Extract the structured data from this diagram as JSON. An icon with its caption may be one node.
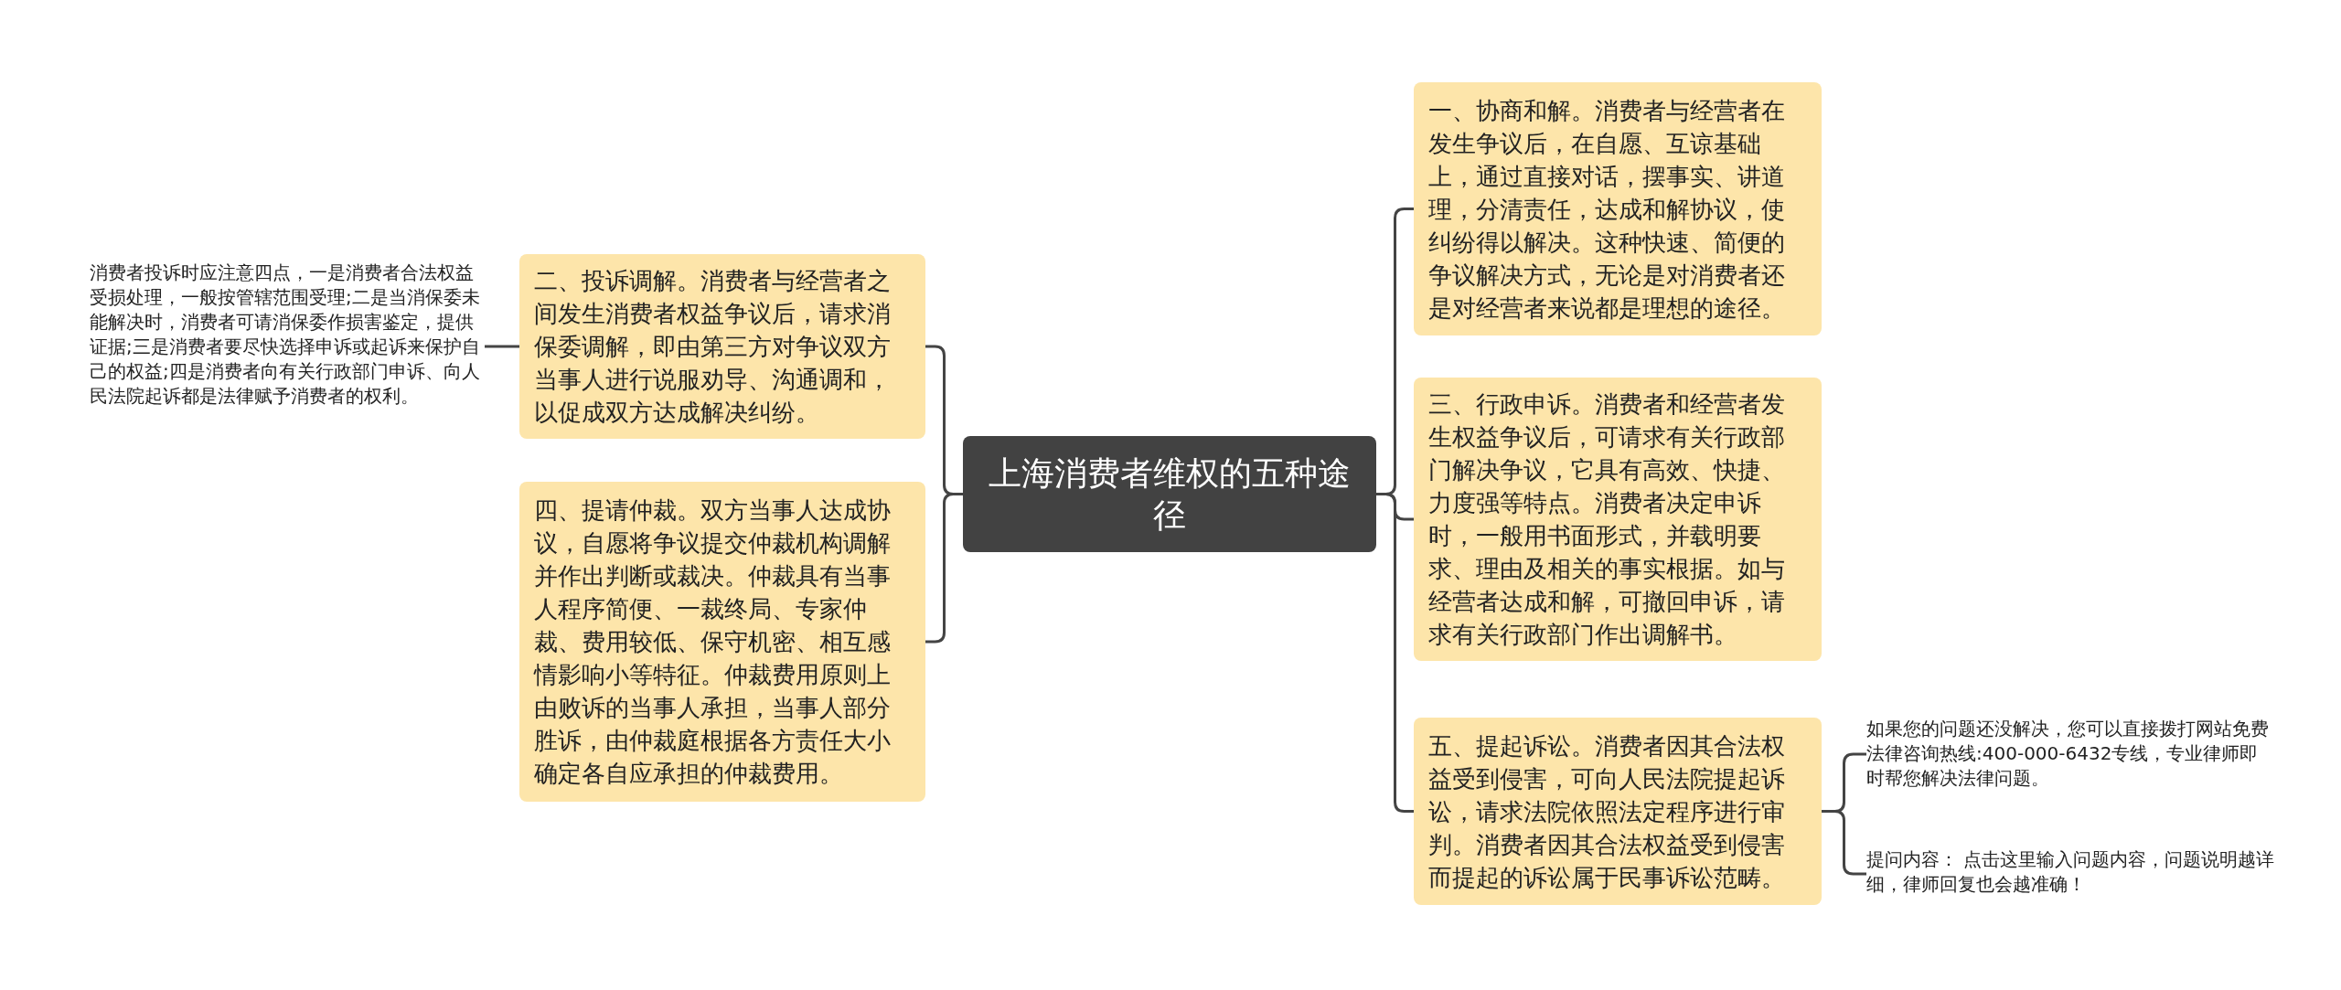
{
  "diagram": {
    "nodes": [
      {
        "text": [
          "上海消费者维权的五种途径"
        ]
      },
      {
        "text": [
          "二、投诉调解。消费者与经营者之间发生消费者权益争议后，请求消保委调解，即由第三方对争议双方当事人进行说服劝导、沟通调和，以促成双方达成解决纠纷。"
        ]
      },
      {
        "text": [
          "消费者投诉时应注意四点，一是消费者合法权益受损处理，一般按管辖范围受理;二是当消保委未能解决时，消费者可请消保委作损害鉴定，提供证据;三是消费者要尽快选择申诉或起诉来保护自己的权益;四是消费者向有关行政部门申诉、向人民法院起诉都是法律赋予消费者的权利。"
        ]
      },
      {
        "text": [
          "四、提请仲裁。双方当事人达成协议，自愿将争议提交仲裁机构调解并作出判断或裁决。仲裁具有当事人程序简便、一裁终局、专家仲裁、费用较低、保守机密、相互感情影响小等特征。仲裁费用原则上由败诉的当事人承担，当事人部分胜诉，由仲裁庭根据各方责任大小确定各自应承担的仲裁费用。"
        ]
      },
      {
        "text": [
          "一、协商和解。消费者与经营者在发生争议后，在自愿、互谅基础上，通过直接对话，摆事实、讲道理，分清责任，达成和解协议，使纠纷得以解决。这种快速、简便的争议解决方式，无论是对消费者还是对经营者来说都是理想的途径。"
        ]
      },
      {
        "text": [
          "三、行政申诉。消费者和经营者发生权益争议后，可请求有关行政部门解决争议，它具有高效、快捷、力度强等特点。消费者决定申诉时，一般用书面形式，并载明要求、理由及相关的事实根据。如与经营者达成和解，可撤回申诉，请求有关行政部门作出调解书。"
        ]
      },
      {
        "text": [
          "五、提起诉讼。消费者因其合法权益受到侵害，可向人民法院提起诉讼，请求法院依照法定程序进行审判。消费者因其合法权益受到侵害而提起的诉讼属于民事诉讼范畴。"
        ]
      },
      {
        "text": [
          "如果您的问题还没解决，您可以直接拨打网站免费法律咨询热线:400-000-6432专线，专业律师即时帮您解决法律问题。"
        ]
      },
      {
        "text": [
          "提问内容： 点击这里输入问题内容，问题说明越详细，律师回复也会越准确！"
        ]
      }
    ],
    "edges": [
      {
        "from": 0,
        "to": 1,
        "arrow": "none"
      },
      {
        "from": 1,
        "to": 2,
        "arrow": "none"
      },
      {
        "from": 0,
        "to": 3,
        "arrow": "none"
      },
      {
        "from": 0,
        "to": 4,
        "arrow": "none"
      },
      {
        "from": 0,
        "to": 5,
        "arrow": "none"
      },
      {
        "from": 0,
        "to": 6,
        "arrow": "none"
      },
      {
        "from": 6,
        "to": 7,
        "arrow": "none"
      },
      {
        "from": 6,
        "to": 8,
        "arrow": "none"
      }
    ]
  }
}
